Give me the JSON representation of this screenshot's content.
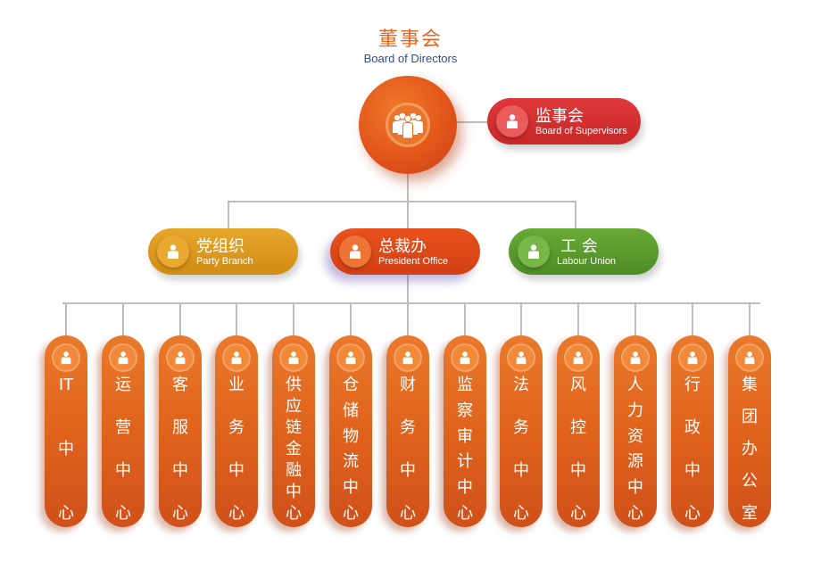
{
  "board": {
    "cn": "董事会",
    "en": "Board of Directors"
  },
  "supervisors": {
    "cn": "监事会",
    "en": "Board of Supervisors"
  },
  "party": {
    "cn": "党组织",
    "en": "Party Branch"
  },
  "president": {
    "cn": "总裁办",
    "en": "President Office"
  },
  "union": {
    "cn": "工 会",
    "en": "Labour Union"
  },
  "columns": [
    {
      "chars": [
        "IT",
        "中",
        "心"
      ]
    },
    {
      "chars": [
        "运",
        "营",
        "中",
        "心"
      ]
    },
    {
      "chars": [
        "客",
        "服",
        "中",
        "心"
      ]
    },
    {
      "chars": [
        "业",
        "务",
        "中",
        "心"
      ]
    },
    {
      "chars": [
        "供",
        "应",
        "链",
        "金",
        "融",
        "中",
        "心"
      ]
    },
    {
      "chars": [
        "仓",
        "储",
        "物",
        "流",
        "中",
        "心"
      ]
    },
    {
      "chars": [
        "财",
        "务",
        "中",
        "心"
      ]
    },
    {
      "chars": [
        "监",
        "察",
        "审",
        "计",
        "中",
        "心"
      ]
    },
    {
      "chars": [
        "法",
        "务",
        "中",
        "心"
      ]
    },
    {
      "chars": [
        "风",
        "控",
        "中",
        "心"
      ]
    },
    {
      "chars": [
        "人",
        "力",
        "资",
        "源",
        "中",
        "心"
      ]
    },
    {
      "chars": [
        "行",
        "政",
        "中",
        "心"
      ]
    },
    {
      "chars": [
        "集",
        "团",
        "办",
        "公",
        "室"
      ]
    }
  ],
  "colors": {
    "orange": "#e2561a",
    "red": "#d62f2f",
    "gold": "#dc9a1e",
    "green": "#5a9a2e",
    "title": "#e8661c",
    "subtitle": "#2b4f8a",
    "line": "#bdbdbd"
  },
  "icons": {
    "people": "people-group-icon",
    "person": "person-icon"
  }
}
